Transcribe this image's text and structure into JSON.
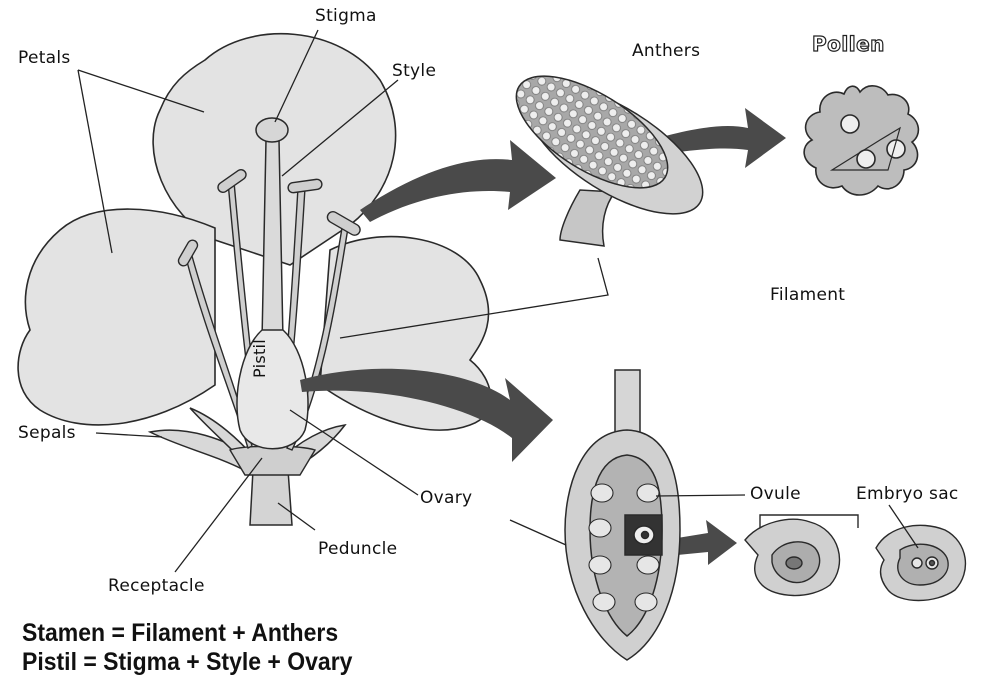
{
  "labels": {
    "stigma": "Stigma",
    "petals": "Petals",
    "style": "Style",
    "anthers": "Anthers",
    "pollen": "Pollen",
    "filament": "Filament",
    "pistil": "Pistil",
    "sepals": "Sepals",
    "ovary": "Ovary",
    "ovule": "Ovule",
    "embryo_sac": "Embryo sac",
    "peduncle": "Peduncle",
    "receptacle": "Receptacle"
  },
  "equations": {
    "stamen": "Stamen = Filament + Anthers",
    "pistil": "Pistil = Stigma + Style + Ovary"
  },
  "colors": {
    "petal": "#e3e3e3",
    "line": "#2a2a2a",
    "arrow": "#4a4a4a",
    "stem": "#d4d4d4"
  }
}
